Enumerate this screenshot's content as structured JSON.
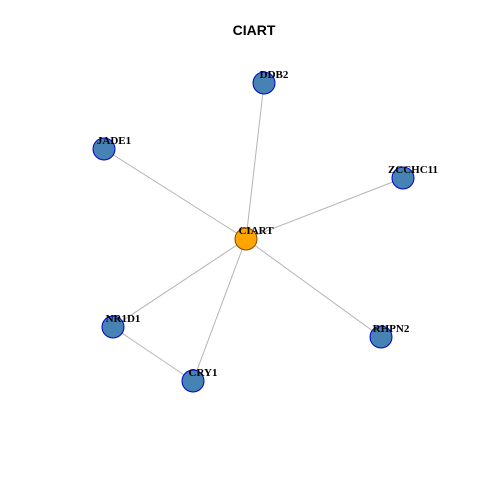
{
  "title": "CIART",
  "colors": {
    "hub_fill": "#FFA500",
    "hub_stroke": "#8B4500",
    "node_fill": "#4682B4",
    "node_stroke": "#0000CD",
    "edge": "#B3B3B3"
  },
  "nodes": [
    {
      "id": "CIART",
      "label": "CIART",
      "type": "hub"
    },
    {
      "id": "DDB2",
      "label": "DDB2",
      "type": "neighbor"
    },
    {
      "id": "JADE1",
      "label": "JADE1",
      "type": "neighbor"
    },
    {
      "id": "ZCCHC11",
      "label": "ZCCHC11",
      "type": "neighbor"
    },
    {
      "id": "NR1D1",
      "label": "NR1D1",
      "type": "neighbor"
    },
    {
      "id": "RHPN2",
      "label": "RHPN2",
      "type": "neighbor"
    },
    {
      "id": "CRY1",
      "label": "CRY1",
      "type": "neighbor"
    }
  ],
  "edges": [
    {
      "source": "CIART",
      "target": "DDB2"
    },
    {
      "source": "CIART",
      "target": "JADE1"
    },
    {
      "source": "CIART",
      "target": "ZCCHC11"
    },
    {
      "source": "CIART",
      "target": "NR1D1"
    },
    {
      "source": "CIART",
      "target": "RHPN2"
    },
    {
      "source": "CIART",
      "target": "CRY1"
    },
    {
      "source": "NR1D1",
      "target": "CRY1"
    }
  ]
}
